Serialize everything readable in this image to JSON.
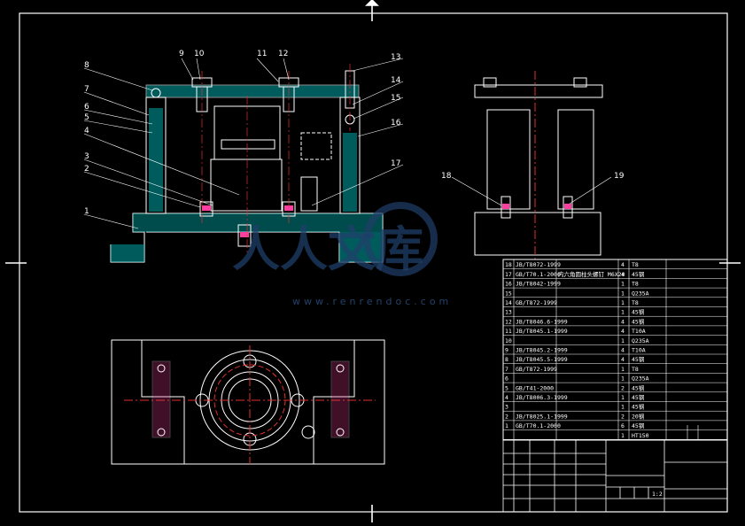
{
  "drawing": {
    "part_labels": [
      "1",
      "2",
      "3",
      "4",
      "5",
      "6",
      "7",
      "8",
      "9",
      "10",
      "11",
      "12",
      "13",
      "14",
      "15",
      "16",
      "17",
      "18",
      "19"
    ],
    "watermark": {
      "text": "人人文库",
      "url": "www.renrendoc.com"
    }
  },
  "bom": [
    {
      "no": "18",
      "code": "JB/T8072-1999",
      "name": "",
      "qty": "4",
      "material": "T8"
    },
    {
      "no": "17",
      "code": "GB/T70.1-2000",
      "name": "内六角圆柱头螺钉 M6X20",
      "qty": "4",
      "material": "45钢"
    },
    {
      "no": "16",
      "code": "JB/T8042-1999",
      "name": "",
      "qty": "1",
      "material": "T8"
    },
    {
      "no": "15",
      "code": "",
      "name": "",
      "qty": "1",
      "material": "Q235A"
    },
    {
      "no": "14",
      "code": "GB/T872-1999",
      "name": "",
      "qty": "1",
      "material": "T8"
    },
    {
      "no": "13",
      "code": "",
      "name": "",
      "qty": "1",
      "material": "45钢"
    },
    {
      "no": "12",
      "code": "JB/T8046.6-1999",
      "name": "",
      "qty": "4",
      "material": "45钢"
    },
    {
      "no": "11",
      "code": "JB/T8045.1-1999",
      "name": "",
      "qty": "4",
      "material": "T10A"
    },
    {
      "no": "10",
      "code": "",
      "name": "",
      "qty": "1",
      "material": "Q235A"
    },
    {
      "no": "9",
      "code": "JB/T8045.2-1999",
      "name": "",
      "qty": "4",
      "material": "T10A"
    },
    {
      "no": "8",
      "code": "JB/T8045.5-1999",
      "name": "",
      "qty": "4",
      "material": "45钢"
    },
    {
      "no": "7",
      "code": "GB/T872-1999",
      "name": "",
      "qty": "1",
      "material": "T8"
    },
    {
      "no": "6",
      "code": "",
      "name": "",
      "qty": "1",
      "material": "Q235A"
    },
    {
      "no": "5",
      "code": "GB/T41-2000",
      "name": "",
      "qty": "2",
      "material": "45钢"
    },
    {
      "no": "4",
      "code": "JB/T8006.3-1999",
      "name": "",
      "qty": "1",
      "material": "45钢"
    },
    {
      "no": "3",
      "code": "",
      "name": "",
      "qty": "1",
      "material": "45钢"
    },
    {
      "no": "2",
      "code": "JB/T8025.1-1999",
      "name": "",
      "qty": "2",
      "material": "20钢"
    },
    {
      "no": "1",
      "code": "GB/T70.1-2000",
      "name": "",
      "qty": "6",
      "material": "45钢"
    },
    {
      "no": "",
      "code": "",
      "name": "",
      "qty": "1",
      "material": "HT150"
    }
  ],
  "scale_label": "1:2"
}
